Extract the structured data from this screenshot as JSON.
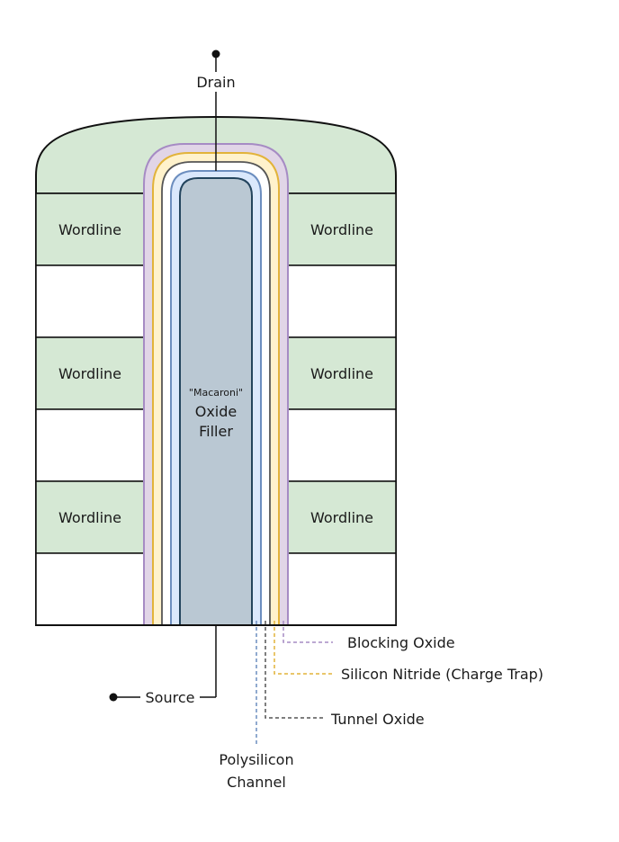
{
  "diagram": {
    "terminals": {
      "drain": "Drain",
      "source": "Source"
    },
    "wordlines": [
      "Wordline",
      "Wordline",
      "Wordline",
      "Wordline",
      "Wordline",
      "Wordline"
    ],
    "core": {
      "line1": "\"Macaroni\"",
      "line2": "Oxide",
      "line3": "Filler"
    },
    "layers": {
      "blocking_oxide": "Blocking Oxide",
      "silicon_nitride": "Silicon Nitride (Charge Trap)",
      "tunnel_oxide": "Tunnel Oxide",
      "polysilicon_line1": "Polysilicon",
      "polysilicon_line2": "Channel"
    },
    "colors": {
      "wordline_fill": "#d5e8d4",
      "blocking_oxide": "#a68bc4",
      "blocking_oxide_fill": "#e1d5e7",
      "silicon_nitride": "#e2b33a",
      "silicon_nitride_fill": "#fff2cc",
      "tunnel_oxide": "#555555",
      "polysilicon": "#6c8ebf",
      "polysilicon_fill": "#dae8fc",
      "core_fill": "#bac8d3"
    }
  }
}
